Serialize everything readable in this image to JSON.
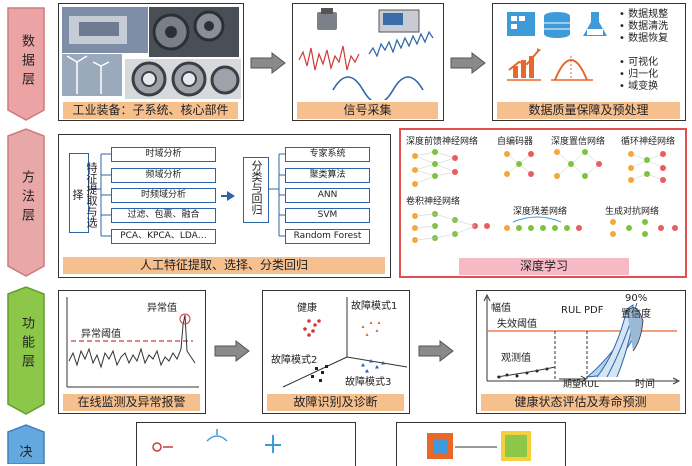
{
  "layers": [
    {
      "label": "数据层",
      "color": "#eca3a3",
      "stroke": "#d07a7a"
    },
    {
      "label": "方法层",
      "color": "#e8a8a8",
      "stroke": "#d07a7a"
    },
    {
      "label": "功能层",
      "color": "#8dc74a",
      "stroke": "#5f9e2c"
    },
    {
      "label": "决",
      "color": "#64a8e0",
      "stroke": "#3c82c0"
    }
  ],
  "data_layer": {
    "equipment_caption": "工业装备：子系统、核心部件",
    "signal_caption": "信号采集",
    "quality_caption": "数据质量保障及预处理",
    "quality_list_a": [
      "• 数据规整",
      "• 数据清洗",
      "• 数据恢复"
    ],
    "quality_list_b": [
      "• 可视化",
      "• 归一化",
      "• 域变换"
    ]
  },
  "method_layer": {
    "feature_title": "特征提取与选择",
    "feature_items": [
      "时域分析",
      "频域分析",
      "时频域分析",
      "过滤、包裹、融合",
      "PCA、KPCA、LDA…"
    ],
    "classify_title": "分类与回归",
    "classify_items": [
      "专家系统",
      "聚类算法",
      "ANN",
      "SVM",
      "Random Forest"
    ],
    "manual_caption": "人工特征提取、选择、分类回归",
    "dl_caption": "深度学习",
    "dl_nets": [
      "深度前馈神经网络",
      "自编码器",
      "深度置信网络",
      "循环神经网络",
      "卷积神经网络",
      "深度残差网络",
      "生成对抗网络"
    ]
  },
  "function_layer": {
    "monitor_caption": "在线监测及异常报警",
    "monitor_labels": {
      "threshold": "异常阈值",
      "anomaly": "异常值"
    },
    "diag_caption": "故障识别及诊断",
    "diag_labels": {
      "healthy": "健康",
      "fault1": "故障模式1",
      "fault2": "故障模式2",
      "fault3": "故障模式3"
    },
    "rul_caption": "健康状态评估及寿命预测",
    "rul_labels": {
      "amplitude": "幅值",
      "failure": "失效阈值",
      "observed": "观测值",
      "rul_pdf": "RUL PDF",
      "pct": "90%",
      "confidence": "置信度",
      "expected": "期望RUL",
      "time": "时间"
    }
  },
  "colors": {
    "caption_bg": "#f6bf8e",
    "blue_line": "#2d64a8",
    "red_frame": "#e05050",
    "dl_caption_bg": "#f7b9c4"
  }
}
